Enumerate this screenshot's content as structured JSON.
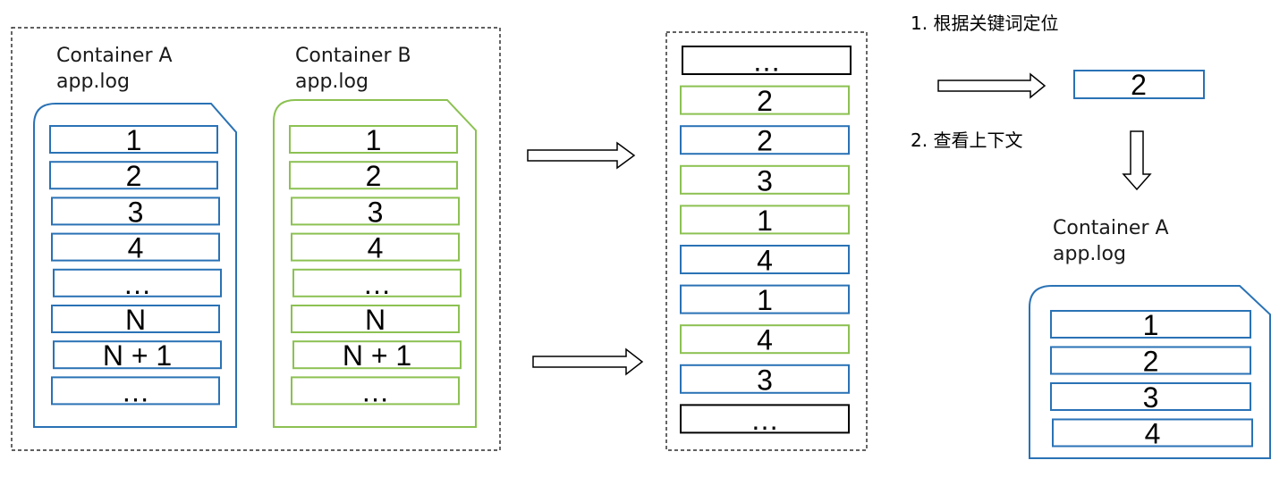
{
  "colors": {
    "blue": "#2a72b5",
    "green": "#8cc152",
    "black": "#000000"
  },
  "left_panel": {
    "container_a": {
      "name": "Container A",
      "file": "app.log",
      "lines": [
        "1",
        "2",
        "3",
        "4",
        "…",
        "N",
        "N + 1",
        "…"
      ]
    },
    "container_b": {
      "name": "Container B",
      "file": "app.log",
      "lines": [
        "1",
        "2",
        "3",
        "4",
        "…",
        "N",
        "N + 1",
        "…"
      ]
    }
  },
  "middle_panel": {
    "lines": [
      {
        "text": "…",
        "color": "black"
      },
      {
        "text": "2",
        "color": "green"
      },
      {
        "text": "2",
        "color": "blue"
      },
      {
        "text": "3",
        "color": "green"
      },
      {
        "text": "1",
        "color": "green"
      },
      {
        "text": "4",
        "color": "blue"
      },
      {
        "text": "1",
        "color": "blue"
      },
      {
        "text": "4",
        "color": "green"
      },
      {
        "text": "3",
        "color": "blue"
      },
      {
        "text": "…",
        "color": "black"
      }
    ]
  },
  "right_panel": {
    "step1": "1. 根据关键词定位",
    "located": "2",
    "step2": "2. 查看上下文",
    "container": {
      "name": "Container A",
      "file": "app.log",
      "lines": [
        "1",
        "2",
        "3",
        "4"
      ]
    }
  }
}
